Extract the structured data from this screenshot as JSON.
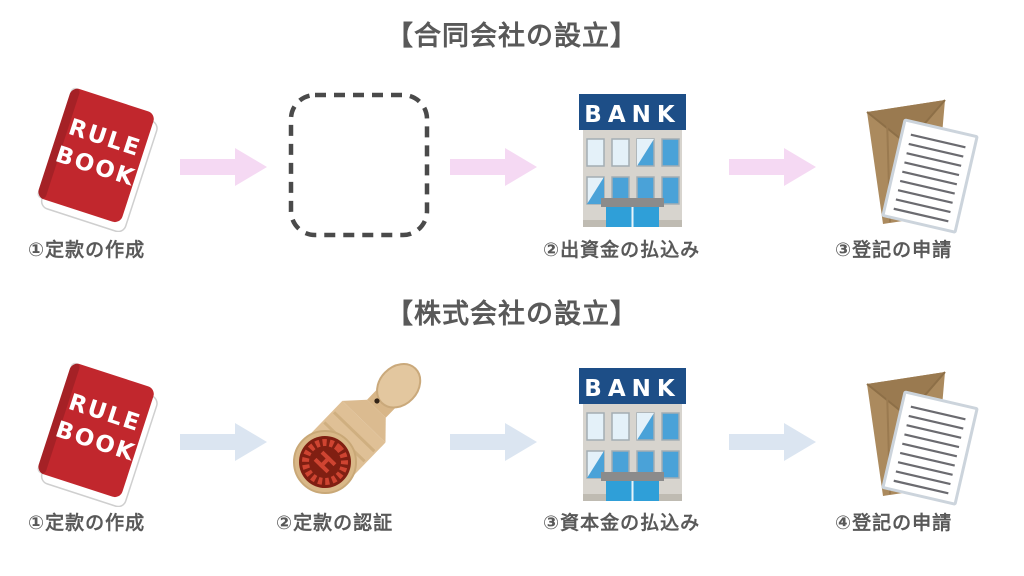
{
  "diagram": {
    "sections": [
      {
        "title": "【合同会社の設立】",
        "arrow_color": "#f5d9f3",
        "steps": [
          {
            "icon": "rule-book",
            "label": "①定款の作成"
          },
          {
            "icon": "empty-dashed-box",
            "label": ""
          },
          {
            "icon": "bank-building",
            "label": "②出資金の払込み"
          },
          {
            "icon": "envelope-documents",
            "label": "③登記の申請"
          }
        ]
      },
      {
        "title": "【株式会社の設立】",
        "arrow_color": "#dbe5f1",
        "steps": [
          {
            "icon": "rule-book",
            "label": "①定款の作成"
          },
          {
            "icon": "hanko-stamp",
            "label": "②定款の認証"
          },
          {
            "icon": "bank-building",
            "label": "③資本金の払込み"
          },
          {
            "icon": "envelope-documents",
            "label": "④登記の申請"
          }
        ]
      }
    ],
    "icon_text": {
      "rule_book": {
        "line1": "RULE",
        "line2": "BOOK"
      },
      "bank": {
        "sign": "BANK"
      }
    },
    "colors": {
      "title_text": "#595959",
      "label_text": "#595959",
      "book_red": "#c1272d",
      "bank_sign_navy": "#1d4e87",
      "bank_window_blue": "#4aa2d8",
      "bank_window_pale": "#e4f1f9",
      "bank_body_gray": "#d7d4ce",
      "bank_door_blue": "#2f9fd8",
      "envelope_brown": "#ab8a5e",
      "stamp_wood": "#dfc096",
      "stamp_face_red": "#801f12",
      "document_line_gray": "#6b6b70",
      "dashed_border": "#4a4a4a"
    }
  }
}
